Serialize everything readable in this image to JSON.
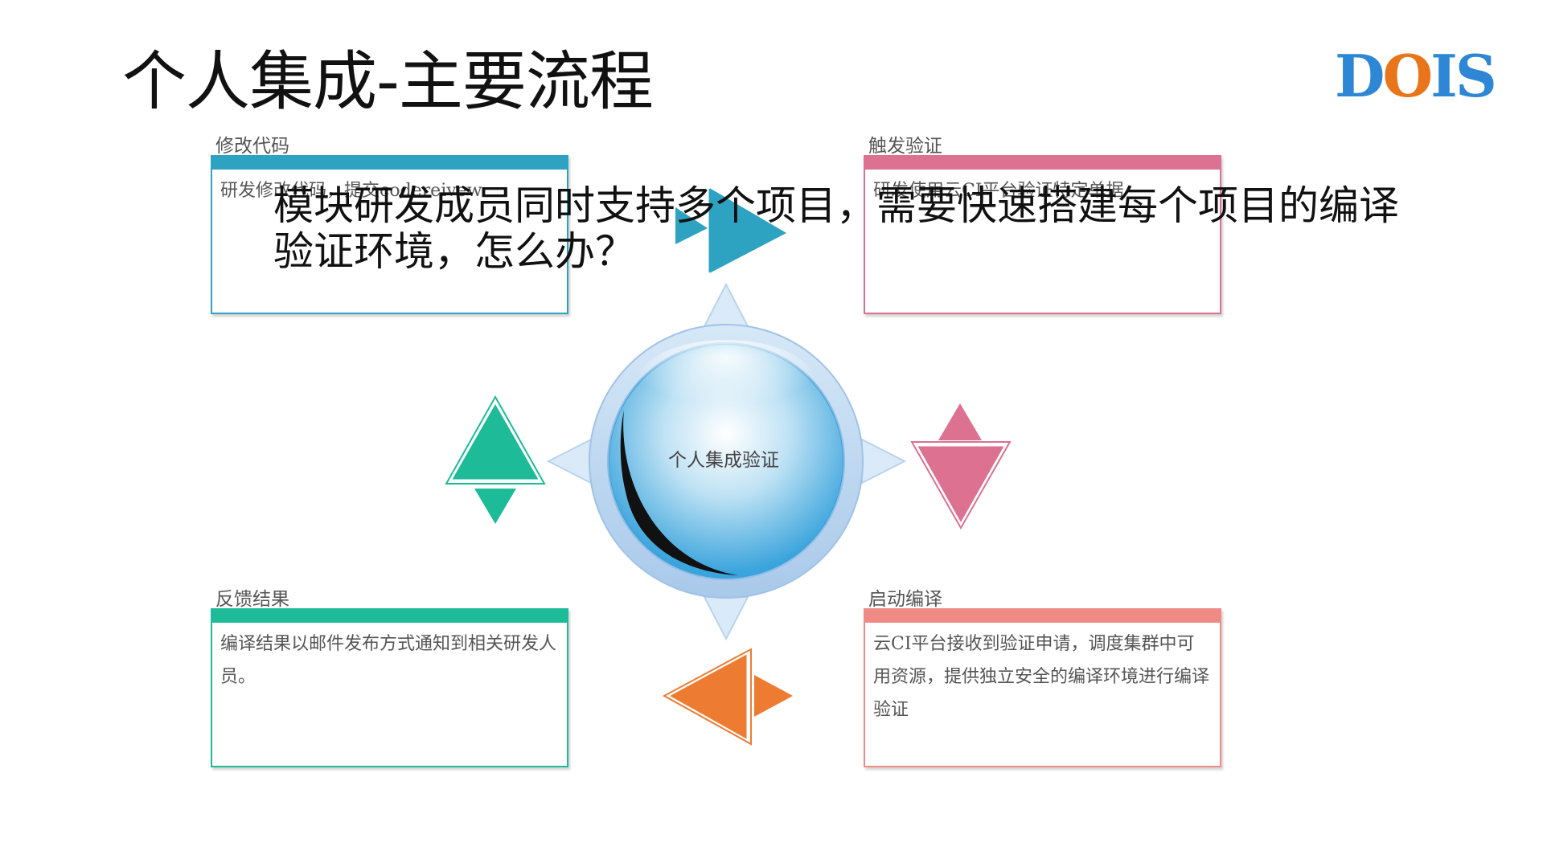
{
  "slide": {
    "title": "个人集成-主要流程",
    "logo": {
      "part1": "D",
      "part2": "O",
      "part3": "IS"
    }
  },
  "overlay": {
    "line1": "模块研发成员同时支持多个项目，需要快速搭建每个项目的编译",
    "line2": "验证环境，怎么办？"
  },
  "center": {
    "label": "个人集成验证"
  },
  "steps": [
    {
      "title": "修改代码",
      "text": "研发修改代码，提交codereivew",
      "color": "#2ea3c1"
    },
    {
      "title": "触发验证",
      "text": "研发使用云CI平台验证特定单据",
      "color": "#dc7192"
    },
    {
      "title": "启动编译",
      "text": "云CI平台接收到验证申请，调度集群中可用资源，提供独立安全的编译环境进行编译验证",
      "color": "#ef8a84"
    },
    {
      "title": "反馈结果",
      "text": "编译结果以邮件发布方式通知到相关研发人员。",
      "color": "#1dbb98"
    }
  ],
  "arrows": {
    "top": "#2ea3c1",
    "right": "#dc7192",
    "bottom": "#ed7b31",
    "left": "#1dbb98"
  }
}
